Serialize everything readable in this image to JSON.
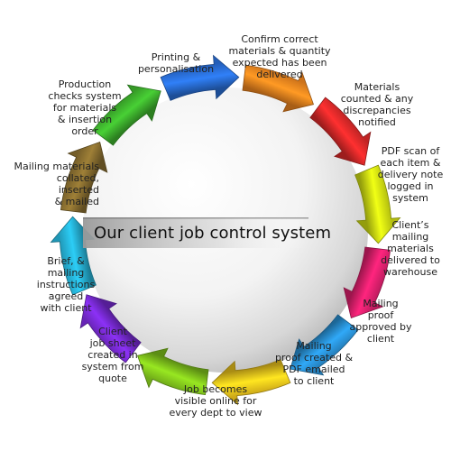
{
  "title": "Our client job control system",
  "steps": [
    {
      "label": "Confirm correct\nmaterials & quantity\nexpected has been\ndelivered",
      "color": "#f0861f"
    },
    {
      "label": "Materials\ncounted & any\ndiscrepancies\nnotified",
      "color": "#e02a2a"
    },
    {
      "label": "PDF scan of\neach item &\ndelivery note\nlogged in\nsystem",
      "color": "#d2e012"
    },
    {
      "label": "Client’s\nmailing\nmaterials\ndelivered to\nwarehouse",
      "color": "#e0206e"
    },
    {
      "label": "Mailing\nproof\napproved by\nclient",
      "color": "#2a93d8"
    },
    {
      "label": "Mailing\nproof created &\nPDF emailed\nto client",
      "color": "#f2c81c"
    },
    {
      "label": "Job becomes\nvisible online for\nevery dept to view",
      "color": "#84c91d"
    },
    {
      "label": "Client\njob sheet\ncreated in\nsystem from\nquote",
      "color": "#7a2bd6"
    },
    {
      "label": "Brief, &\nmailing\ninstructions\nagreed\nwith client",
      "color": "#26b2d6"
    },
    {
      "label": "Mailing materials\ncollated,\ninserted\n& mailed",
      "color": "#8a6f30"
    },
    {
      "label": "Production\nchecks system\nfor materials\n& insertion\norder",
      "color": "#3fb52e"
    },
    {
      "label": "Printing &\npersonalisation",
      "color": "#2a6fd8"
    }
  ]
}
